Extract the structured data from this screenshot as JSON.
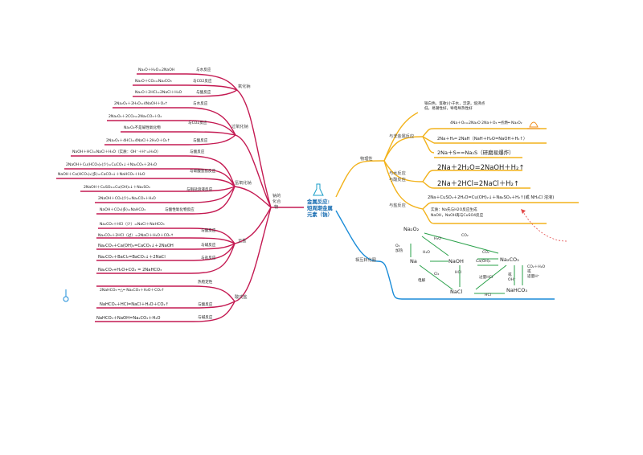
{
  "center": {
    "title_line1": "金属反应:",
    "title_line2": "短周期金属",
    "title_line3": "元素（钠）"
  },
  "left": {
    "root_label_line1": "钠的",
    "root_label_line2": "化合",
    "root_label_line3": "物",
    "branches": [
      {
        "label": "氧化钠",
        "items": [
          {
            "eq": "Na₂O＋H₂O=2NaOH",
            "tag": "与水反应"
          },
          {
            "eq": "Na₂O＋CO₂=Na₂CO₃",
            "tag": "与CO2反应"
          },
          {
            "eq": "Na₂O＋2HCl=2NaCl＋H₂O",
            "tag": "与酸反应"
          }
        ]
      },
      {
        "label": "过氧化钠",
        "items": [
          {
            "eq": "2Na₂O₂＋2H₂O=4NaOH＋O₂↑",
            "tag": "与水反应"
          },
          {
            "eq": "2Na₂O₂＋2CO₂=2Na₂CO₃＋O₂",
            "tag": "与CO2反应"
          },
          {
            "eq": "Na₂O₂不是碱性氧化物",
            "tag": ""
          },
          {
            "eq": "2Na₂O₂＋4HCl=4NaCl＋2H₂O＋O₂↑",
            "tag": "与酸反应"
          }
        ]
      },
      {
        "label": "氢氧化钠",
        "items": [
          {
            "eq": "NaOH＋HCl=NaCl＋H₂O（实质：OH⁻＋H⁺=H₂O）",
            "tag": "与酸反应"
          },
          {
            "eq": "2NaOH＋Cu(HCO₃)₂(少)=CuCO₃↓＋Na₂CO₃＋2H₂O",
            "tag": "与碳酸氢盐反应"
          },
          {
            "eq": "NaOH＋Ca(HCO₃)₂(多)=CaCO₃↓＋NaHCO₃＋H₂O",
            "tag": ""
          },
          {
            "eq": "2NaOH＋CuSO₄=Cu(OH)₂↓＋Na₂SO₄",
            "tag": "与铜盐溶液反应"
          },
          {
            "eq": "2NaOH＋CO₂(少)=Na₂CO₃＋H₂O",
            "tag": ""
          },
          {
            "eq": "NaOH＋CO₂(多)=NaHCO₃",
            "tag": "与酸性氧化物反应"
          }
        ]
      },
      {
        "label": "正盐",
        "items": [
          {
            "eq": "Na₂CO₃＋HCl（少）=NaCl＋NaHCO₃",
            "tag": "与酸反应"
          },
          {
            "eq": "Na₂CO₃＋2HCl（过）=2NaCl＋H₂O＋CO₂↑",
            "tag": ""
          },
          {
            "eq": "Na₂CO₃＋Ca(OH)₂=CaCO₃↓＋2NaOH",
            "tag": "与碱反应"
          },
          {
            "eq": "Na₂CO₃＋BaCl₂=BaCO₃↓＋2NaCl",
            "tag": "与盐反应"
          },
          {
            "eq": "Na₂CO₃+H₂O+CO₂ = 2NaHCO₃",
            "tag": ""
          }
        ]
      },
      {
        "label": "酸式盐",
        "items": [
          {
            "eq": "2NaHCO₃ ═△═ Na₂CO₃＋H₂O＋CO₂↑",
            "tag": "热稳定性"
          },
          {
            "eq": "NaHCO₃＋HCl=NaCl＋H₂O＋CO₂↑",
            "tag": "与酸反应"
          },
          {
            "eq": "NaHCO₃＋NaOH=Na₂CO₃＋H₂O",
            "tag": "与碱反应"
          }
        ]
      }
    ]
  },
  "right": {
    "properties": {
      "label": "物理性",
      "line1": "银白色、質軟(小于水，浮游，熔沸点",
      "line2": "低，易潮性好，导电导热性好"
    },
    "oxygen": {
      "label": "与非金属反应",
      "eq1": "4Na＋O₂=2Na₂O   2Na＋O₂ ═点燃═ Na₂O₂",
      "eq2": "2Na＋H₂═ 2NaH（NaH＋H₂O=NaOH＋H₂↑）",
      "eq3": "2Na＋S==Na₂S（研磨易爆炸）"
    },
    "water": {
      "label": "与水反应",
      "eq": "2Na＋2H₂O=2NaOH＋H₂↑"
    },
    "acid": {
      "label": "与酸反应",
      "eq": "2Na＋2HCl=2NaCl＋H₂↑"
    },
    "salt": {
      "label": "与盐反应",
      "eq": "2Na＋CuSO₄＋2H₂O=Cu(OH)₂↓＋Na₂SO₄＋H₂↑(或 NH₄Cl 溶液)",
      "note1": "实质：Na先与H2O反应生成",
      "note2": "NaOH，NaOH再与CuSO4反应"
    },
    "network": {
      "label": "相互转化图",
      "nodes": {
        "na2o2": "Na₂O₂",
        "na": "Na",
        "naoh": "NaOH",
        "na2co3": "Na₂CO₃",
        "nacl": "NaCl",
        "nahco3": "NaHCO₃"
      },
      "edges": {
        "o2_heat": "O₂\n加热",
        "h2o_a": "H₂O",
        "h2o_b": "H₂O",
        "co2_top": "CO₂",
        "co2_mid": "CO₂",
        "caoh2": "Ca(OH)₂",
        "cl2": "Cl₂",
        "electrolysis": "电解",
        "hcl_mid": "HCl",
        "excess_hcl": "过量HCl",
        "hcl_bottom": "HCl",
        "or_label": "或\nOH⁻",
        "right_label": "CO₂＋H₂O\n或\n适量H⁺"
      }
    }
  }
}
